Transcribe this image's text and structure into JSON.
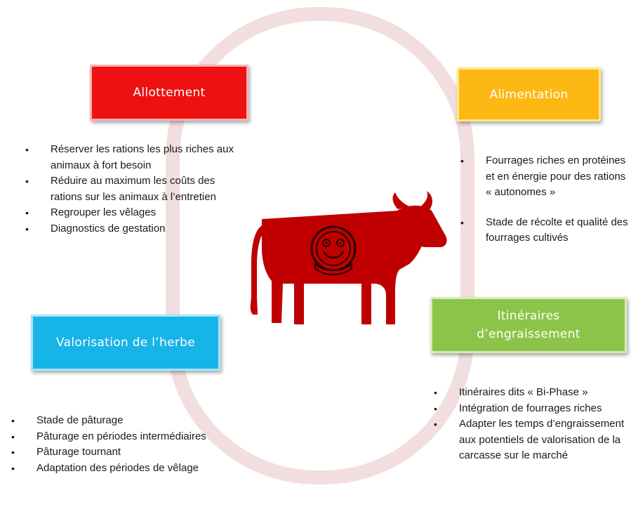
{
  "colors": {
    "ring": "#f2dede",
    "cow": "#c00000",
    "allotement": "#ee1111",
    "alimentation": "#fdb813",
    "itineraires": "#8cc44a",
    "valorisation": "#17b4e8"
  },
  "icons": {
    "cow": "cow-icon",
    "coin": "smiling-coin-icon"
  },
  "allotement": {
    "title": "Allottement",
    "items": [
      "Réserver les rations les plus riches aux animaux à fort besoin",
      "Réduire au maximum les coûts des rations sur les animaux à l’entretien",
      "Regrouper les vêlages",
      "Diagnostics de gestation"
    ]
  },
  "alimentation": {
    "title": "Alimentation",
    "items": [
      "Fourrages riches en protéines et en énergie pour des rations « autonomes »",
      "Stade de récolte et qualité des fourrages cultivés"
    ]
  },
  "itineraires": {
    "title": "Itinéraires\nd’engraissement",
    "items": [
      "Itinéraires dits « Bi-Phase »",
      "Intégration de fourrages riches",
      "Adapter les temps d’engraissement aux potentiels de valorisation de la carcasse sur le marché"
    ]
  },
  "valorisation": {
    "title": "Valorisation de l’herbe",
    "items": [
      "Stade de pâturage",
      "Pâturage en périodes intermédiaires",
      "Pâturage tournant",
      "Adaptation des périodes de vêlage"
    ]
  }
}
